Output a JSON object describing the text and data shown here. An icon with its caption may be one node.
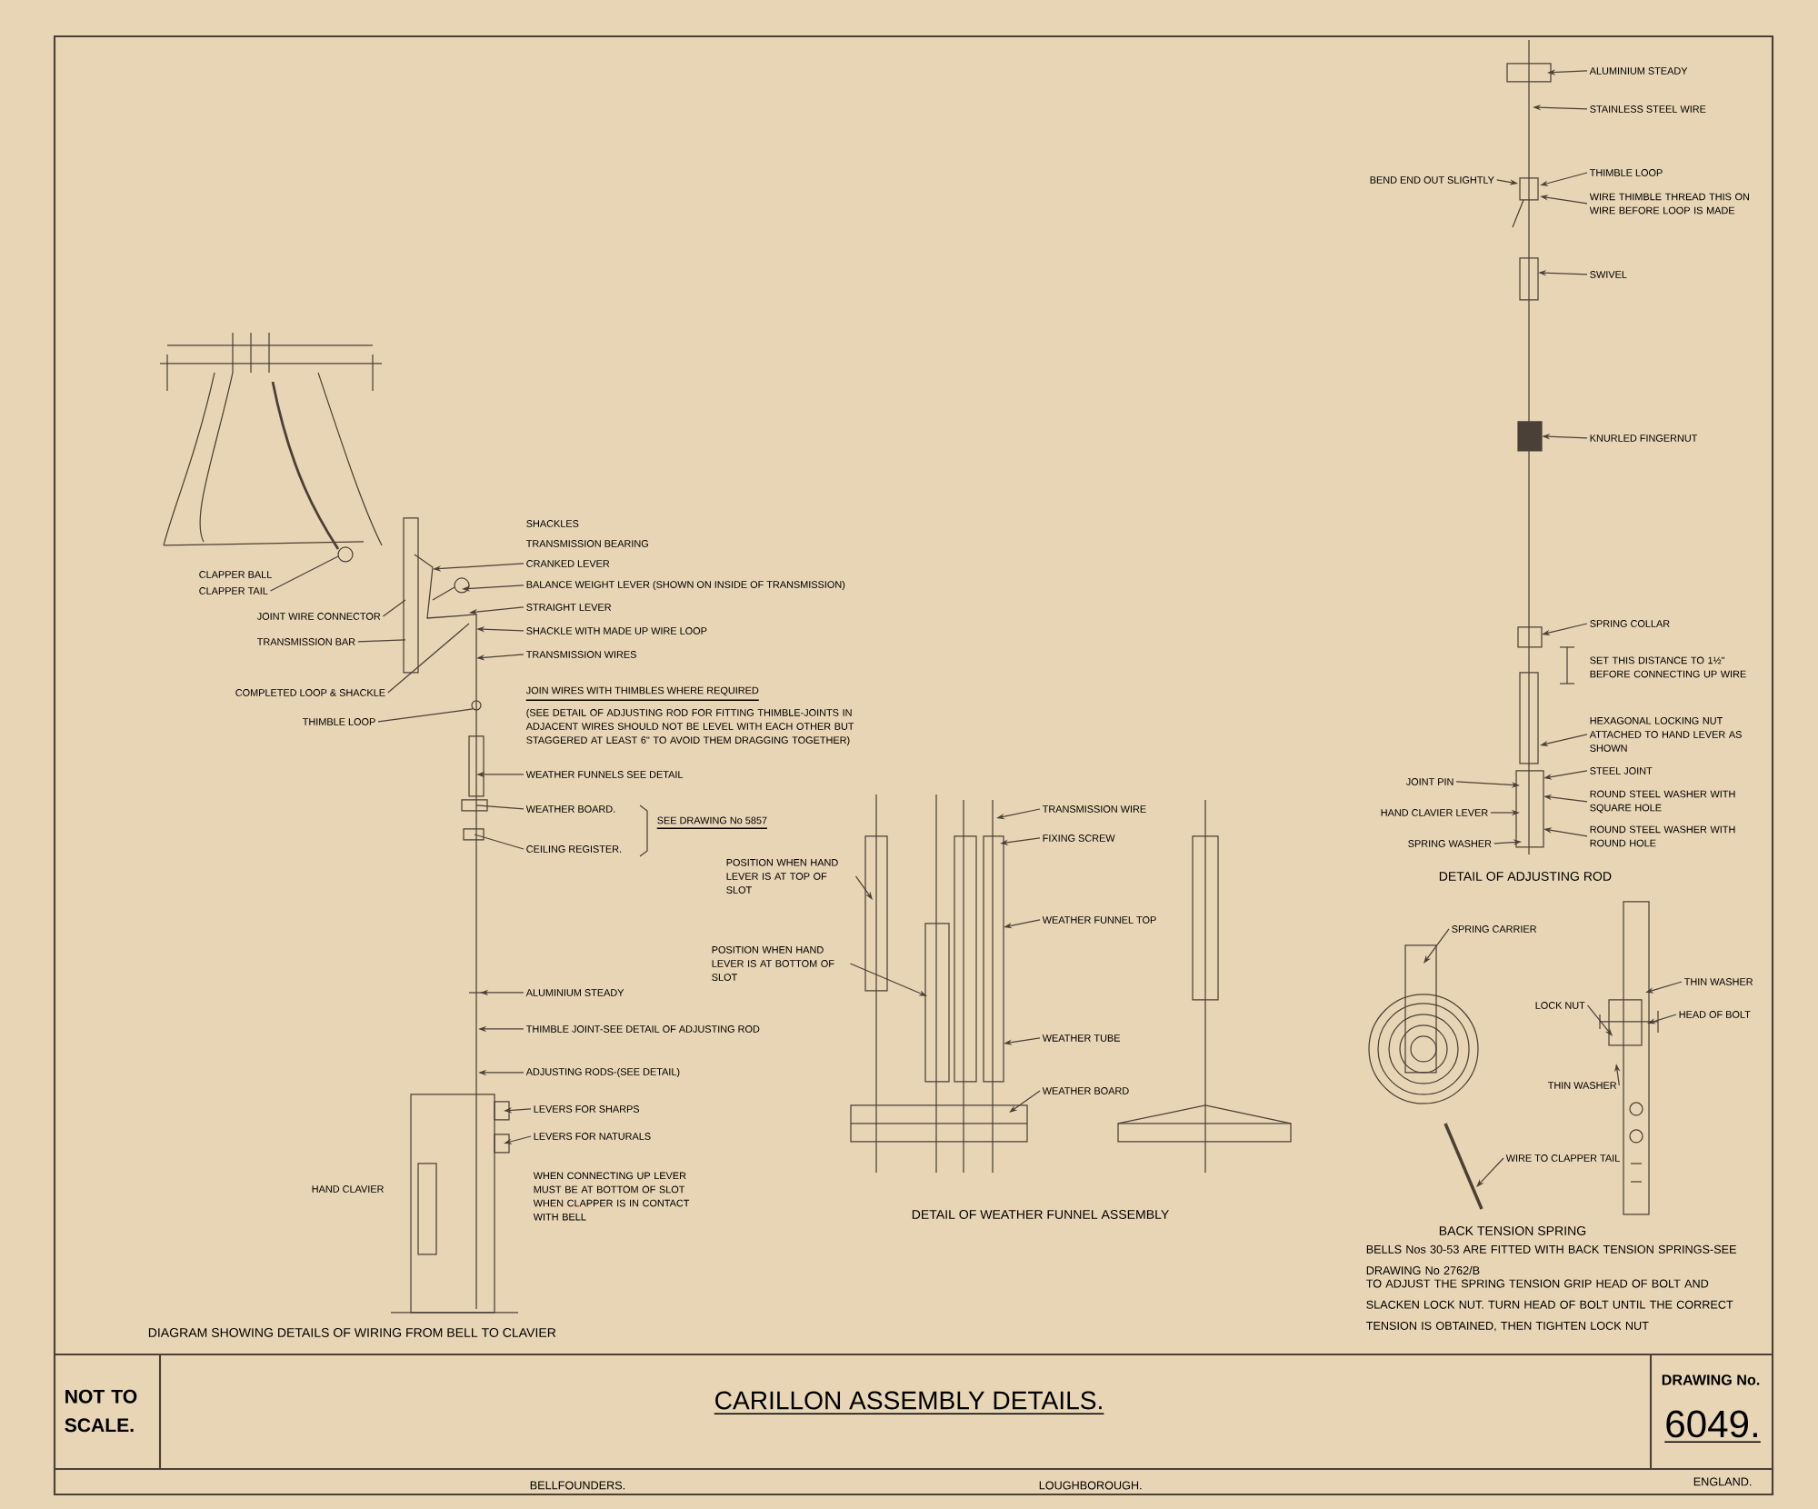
{
  "diagram": {
    "title": "CARILLON ASSEMBLY DETAILS.",
    "nodes": [
      {
        "text": [
          "CLAPPER TAIL"
        ]
      },
      {
        "text": [
          "JOINT WIRE CONNECTOR"
        ]
      },
      {
        "text": [
          "TRANSMISSION BAR"
        ]
      },
      {
        "text": [
          "CRANKED LEVER"
        ]
      },
      {
        "text": [
          "BALANCE WEIGHT LEVER (SHOWN ON INSIDE OF TRANSMISSION)"
        ]
      },
      {
        "text": [
          "STRAIGHT LEVER"
        ]
      },
      {
        "text": [
          "SHACKLE WITH MADE UP WIRE LOOP"
        ]
      },
      {
        "text": [
          "TRANSMISSION WIRES"
        ]
      },
      {
        "text": [
          "COMPLETED LOOP & SHACKLE"
        ]
      },
      {
        "text": [
          "THIMBLE LOOP"
        ]
      },
      {
        "text": [
          "WEATHER FUNNELS SEE DETAIL"
        ]
      },
      {
        "text": [
          "WEATHER BOARD."
        ]
      },
      {
        "text": [
          "CEILING REGISTER."
        ]
      },
      {
        "text": [
          "ALUMINIUM STEADY"
        ]
      },
      {
        "text": [
          "THIMBLE JOINT-SEE DETAIL OF ADJUSTING ROD"
        ]
      },
      {
        "text": [
          "ADJUSTING RODS-(SEE DETAIL)"
        ]
      },
      {
        "text": [
          "LEVERS FOR SHARPS"
        ]
      },
      {
        "text": [
          "LEVERS FOR NATURALS"
        ]
      },
      {
        "text": [
          "POSITION WHEN HAND LEVER IS AT TOP OF SLOT"
        ]
      },
      {
        "text": [
          "POSITION WHEN HAND LEVER IS AT BOTTOM OF SLOT"
        ]
      },
      {
        "text": [
          "TRANSMISSION WIRE"
        ]
      },
      {
        "text": [
          "FIXING SCREW"
        ]
      },
      {
        "text": [
          "WEATHER FUNNEL TOP"
        ]
      },
      {
        "text": [
          "WEATHER TUBE"
        ]
      },
      {
        "text": [
          "WEATHER BOARD"
        ]
      },
      {
        "text": [
          "ALUMINIUM STEADY"
        ]
      },
      {
        "text": [
          "STAINLESS STEEL WIRE"
        ]
      },
      {
        "text": [
          "THIMBLE LOOP"
        ]
      },
      {
        "text": [
          "BEND END OUT SLIGHTLY"
        ]
      },
      {
        "text": [
          "WIRE THIMBLE THREAD THIS ON WIRE BEFORE LOOP IS MADE"
        ]
      },
      {
        "text": [
          "SWIVEL"
        ]
      },
      {
        "text": [
          "KNURLED FINGERNUT"
        ]
      },
      {
        "text": [
          "SPRING COLLAR"
        ]
      },
      {
        "text": [
          "HEXAGONAL LOCKING NUT ATTACHED TO HAND LEVER AS SHOWN"
        ]
      },
      {
        "text": [
          "STEEL JOINT"
        ]
      },
      {
        "text": [
          "JOINT PIN"
        ]
      },
      {
        "text": [
          "ROUND STEEL WASHER WITH SQUARE HOLE"
        ]
      },
      {
        "text": [
          "HAND CLAVIER LEVER"
        ]
      },
      {
        "text": [
          "ROUND STEEL WASHER WITH ROUND HOLE"
        ]
      },
      {
        "text": [
          "SPRING WASHER"
        ]
      },
      {
        "text": [
          "SPRING CARRIER"
        ]
      },
      {
        "text": [
          "LOCK NUT"
        ]
      },
      {
        "text": [
          "THIN WASHER"
        ]
      },
      {
        "text": [
          "HEAD OF BOLT"
        ]
      },
      {
        "text": [
          "THIN WASHER"
        ]
      },
      {
        "text": [
          "WIRE TO CLAPPER TAIL"
        ]
      },
      {
        "text": [],
        "shape": "picture"
      },
      {
        "text": [],
        "shape": "picture"
      },
      {
        "text": [],
        "shape": "picture"
      },
      {
        "text": [],
        "shape": "picture"
      },
      {
        "text": [],
        "shape": "picture"
      },
      {
        "text": [],
        "shape": "picture"
      }
    ],
    "edges": [
      {
        "from": 0,
        "to": 46,
        "arrow": "none"
      },
      {
        "from": 1,
        "to": 47,
        "arrow": "none"
      },
      {
        "from": 2,
        "to": 47,
        "arrow": "none"
      },
      {
        "from": 3,
        "to": 47,
        "arrow": "to"
      },
      {
        "from": 4,
        "to": 47,
        "arrow": "to"
      },
      {
        "from": 5,
        "to": 47,
        "arrow": "to"
      },
      {
        "from": 6,
        "to": 47,
        "arrow": "to"
      },
      {
        "from": 7,
        "to": 47,
        "arrow": "to"
      },
      {
        "from": 8,
        "to": 47,
        "arrow": "none"
      },
      {
        "from": 9,
        "to": 47,
        "arrow": "none"
      },
      {
        "from": 10,
        "to": 47,
        "arrow": "to"
      },
      {
        "from": 11,
        "to": 47,
        "arrow": "none"
      },
      {
        "from": 12,
        "to": 47,
        "arrow": "none"
      },
      {
        "from": 13,
        "to": 47,
        "arrow": "to"
      },
      {
        "from": 14,
        "to": 47,
        "arrow": "to"
      },
      {
        "from": 15,
        "to": 47,
        "arrow": "to"
      },
      {
        "from": 16,
        "to": 47,
        "arrow": "to"
      },
      {
        "from": 17,
        "to": 47,
        "arrow": "to"
      },
      {
        "from": 18,
        "to": 48,
        "arrow": "to"
      },
      {
        "from": 19,
        "to": 48,
        "arrow": "to"
      },
      {
        "from": 20,
        "to": 48,
        "arrow": "to"
      },
      {
        "from": 21,
        "to": 48,
        "arrow": "to"
      },
      {
        "from": 22,
        "to": 48,
        "arrow": "to"
      },
      {
        "from": 23,
        "to": 48,
        "arrow": "to"
      },
      {
        "from": 24,
        "to": 48,
        "arrow": "to"
      },
      {
        "from": 25,
        "to": 49,
        "arrow": "to"
      },
      {
        "from": 26,
        "to": 49,
        "arrow": "to"
      },
      {
        "from": 27,
        "to": 49,
        "arrow": "to"
      },
      {
        "from": 28,
        "to": 49,
        "arrow": "to"
      },
      {
        "from": 29,
        "to": 49,
        "arrow": "to"
      },
      {
        "from": 30,
        "to": 49,
        "arrow": "to"
      },
      {
        "from": 31,
        "to": 49,
        "arrow": "to"
      },
      {
        "from": 32,
        "to": 49,
        "arrow": "to"
      },
      {
        "from": 33,
        "to": 49,
        "arrow": "to"
      },
      {
        "from": 34,
        "to": 49,
        "arrow": "to"
      },
      {
        "from": 35,
        "to": 49,
        "arrow": "to"
      },
      {
        "from": 36,
        "to": 49,
        "arrow": "to"
      },
      {
        "from": 37,
        "to": 49,
        "arrow": "to"
      },
      {
        "from": 38,
        "to": 49,
        "arrow": "to"
      },
      {
        "from": 39,
        "to": 49,
        "arrow": "to"
      },
      {
        "from": 40,
        "to": 50,
        "arrow": "to"
      },
      {
        "from": 41,
        "to": 51,
        "arrow": "to"
      },
      {
        "from": 42,
        "to": 51,
        "arrow": "to"
      },
      {
        "from": 43,
        "to": 51,
        "arrow": "to"
      },
      {
        "from": 44,
        "to": 51,
        "arrow": "to"
      },
      {
        "from": 45,
        "to": 50,
        "arrow": "to"
      }
    ],
    "labels": [
      "SHACKLES",
      "TRANSMISSION BEARING",
      "CLAPPER BALL",
      "JOIN WIRES WITH THIMBLES WHERE REQUIRED",
      "(SEE DETAIL OF ADJUSTING ROD FOR FITTING THIMBLE-JOINTS IN ADJACENT WIRES SHOULD NOT BE LEVEL WITH EACH OTHER BUT STAGGERED AT LEAST 6\" TO AVOID THEM DRAGGING TOGETHER)",
      "SEE DRAWING No 5857",
      "HAND CLAVIER",
      "WHEN CONNECTING UP LEVER MUST BE AT BOTTOM OF SLOT WHEN CLAPPER IS IN CONTACT WITH BELL",
      "DIAGRAM SHOWING DETAILS OF WIRING FROM BELL TO CLAVIER",
      "DETAIL OF WEATHER FUNNEL ASSEMBLY",
      "SET THIS DISTANCE TO 1½\" BEFORE CONNECTING UP WIRE",
      "DETAIL OF ADJUSTING ROD",
      "BACK TENSION SPRING",
      "BELLS Nos 30-53 ARE FITTED WITH BACK TENSION SPRINGS-SEE DRAWING No 2762/B",
      "TO ADJUST THE SPRING TENSION GRIP HEAD OF BOLT AND SLACKEN LOCK NUT. TURN HEAD OF BOLT UNTIL THE CORRECT TENSION IS OBTAINED, THEN TIGHTEN LOCK NUT",
      "NOT TO SCALE.",
      "DRAWING No.",
      "6049.",
      "BELLFOUNDERS.",
      "LOUGHBOROUGH.",
      "ENGLAND."
    ]
  }
}
